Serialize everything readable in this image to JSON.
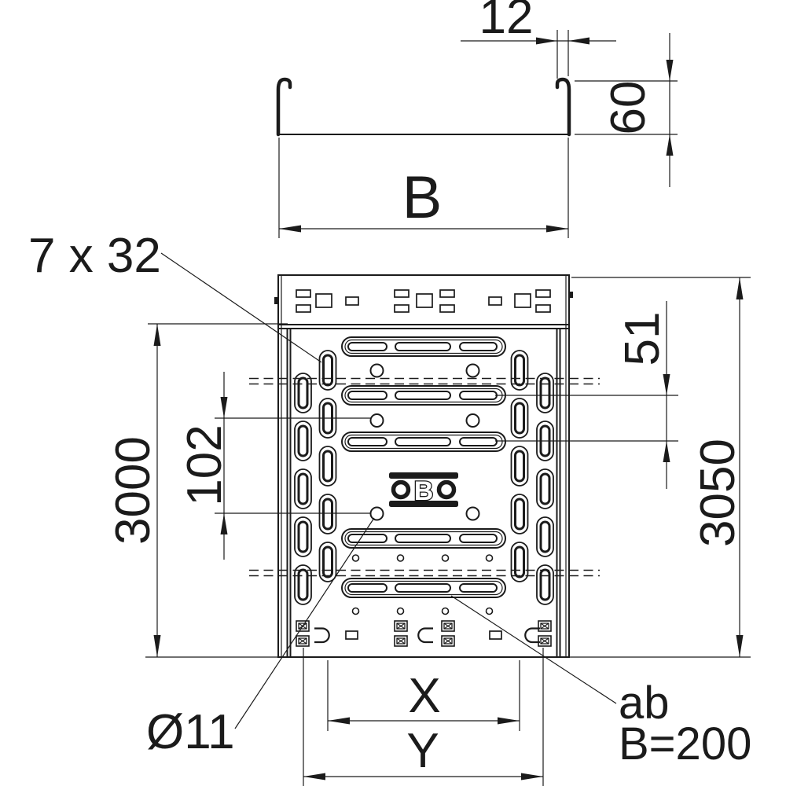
{
  "colors": {
    "ink": "#1b1b1b",
    "paper": "#ffffff"
  },
  "section_view": {
    "labels": {
      "flange_lip_width": "12",
      "side_height": "60",
      "width": "B"
    }
  },
  "plan_view": {
    "labels": {
      "side_slots": "7 x 32",
      "hole_pitch": "102",
      "length": "3000",
      "row_offset": "51",
      "overall_length": "3050",
      "hole_diameter": "Ø11",
      "dim_x": "X",
      "dim_y": "Y"
    },
    "note": {
      "line1": "ab",
      "line2": "B=200"
    },
    "logo": {
      "letter": "B"
    }
  }
}
